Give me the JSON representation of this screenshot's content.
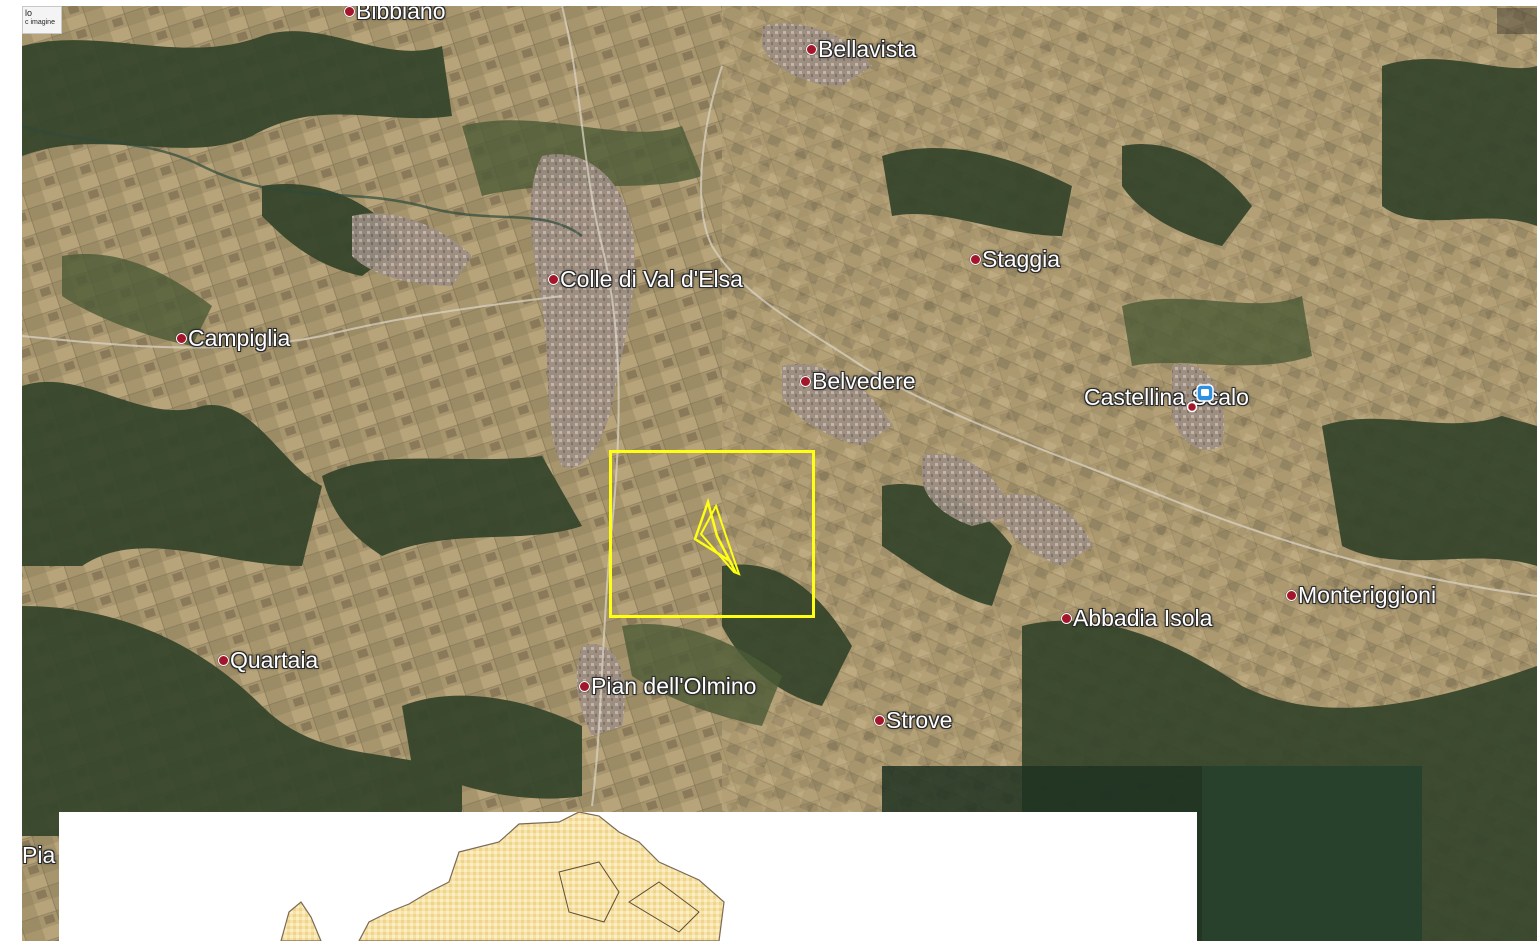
{
  "legend": {
    "line1": "lo",
    "line2": "c imagine"
  },
  "places": [
    {
      "id": "bibbiano",
      "name": "Bibbiano"
    },
    {
      "id": "bellavista",
      "name": "Bellavista"
    },
    {
      "id": "colle",
      "name": "Colle di Val d'Elsa"
    },
    {
      "id": "staggia",
      "name": "Staggia"
    },
    {
      "id": "campiglia",
      "name": "Campiglia"
    },
    {
      "id": "belvedere",
      "name": "Belvedere"
    },
    {
      "id": "castellina",
      "name": "Castellina Scalo"
    },
    {
      "id": "monteriggioni",
      "name": "Monteriggioni"
    },
    {
      "id": "abbadia",
      "name": "Abbadia Isola"
    },
    {
      "id": "quartaia",
      "name": "Quartaia"
    },
    {
      "id": "pian",
      "name": "Pian dell'Olmino"
    },
    {
      "id": "strove",
      "name": "Strove"
    }
  ],
  "cutoff_label": "Pia",
  "colors": {
    "highlight": "#ffff14",
    "pin": "#a3152a",
    "terrain_light": "#a89a76",
    "terrain_dark": "#2f3d26",
    "zone_fill": "#f6e3a8"
  }
}
